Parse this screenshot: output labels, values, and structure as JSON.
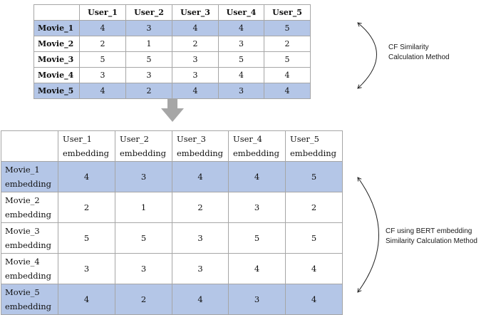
{
  "top_table": {
    "columns": [
      "User_1",
      "User_2",
      "User_3",
      "User_4",
      "User_5"
    ],
    "rows": [
      {
        "label": "Movie_1",
        "values": [
          "4",
          "3",
          "4",
          "4",
          "5"
        ],
        "highlight": true
      },
      {
        "label": "Movie_2",
        "values": [
          "2",
          "1",
          "2",
          "3",
          "2"
        ],
        "highlight": false
      },
      {
        "label": "Movie_3",
        "values": [
          "5",
          "5",
          "3",
          "5",
          "5"
        ],
        "highlight": false
      },
      {
        "label": "Movie_4",
        "values": [
          "3",
          "3",
          "3",
          "4",
          "4"
        ],
        "highlight": false
      },
      {
        "label": "Movie_5",
        "values": [
          "4",
          "2",
          "4",
          "3",
          "4"
        ],
        "highlight": true
      }
    ]
  },
  "bottom_table": {
    "columns": [
      {
        "line1": "User_1",
        "line2": "embedding"
      },
      {
        "line1": "User_2",
        "line2": "embedding"
      },
      {
        "line1": "User_3",
        "line2": "embedding"
      },
      {
        "line1": "User_4",
        "line2": "embedding"
      },
      {
        "line1": "User_5",
        "line2": "embedding"
      }
    ],
    "rows": [
      {
        "line1": "Movie_1",
        "line2": "embedding",
        "values": [
          "4",
          "3",
          "4",
          "4",
          "5"
        ],
        "highlight": true
      },
      {
        "line1": "Movie_2",
        "line2": "embedding",
        "values": [
          "2",
          "1",
          "2",
          "3",
          "2"
        ],
        "highlight": false
      },
      {
        "line1": "Movie_3",
        "line2": "embedding",
        "values": [
          "5",
          "5",
          "3",
          "5",
          "5"
        ],
        "highlight": false
      },
      {
        "line1": "Movie_4",
        "line2": "embedding",
        "values": [
          "3",
          "3",
          "3",
          "4",
          "4"
        ],
        "highlight": false
      },
      {
        "line1": "Movie_5",
        "line2": "embedding",
        "values": [
          "4",
          "2",
          "4",
          "3",
          "4"
        ],
        "highlight": true
      }
    ]
  },
  "captions": {
    "top": {
      "line1": "CF Similarity",
      "line2": "Calculation Method"
    },
    "bottom": {
      "line1": "CF using BERT embedding",
      "line2": "Similarity Calculation Method"
    }
  },
  "colors": {
    "highlight": "#b4c6e7",
    "border": "#a6a6a6",
    "down_arrow": "#a6a6a6"
  },
  "icons": {
    "transition": "down-arrow-icon",
    "caption_brackets": "curved-double-arrow-icon"
  }
}
